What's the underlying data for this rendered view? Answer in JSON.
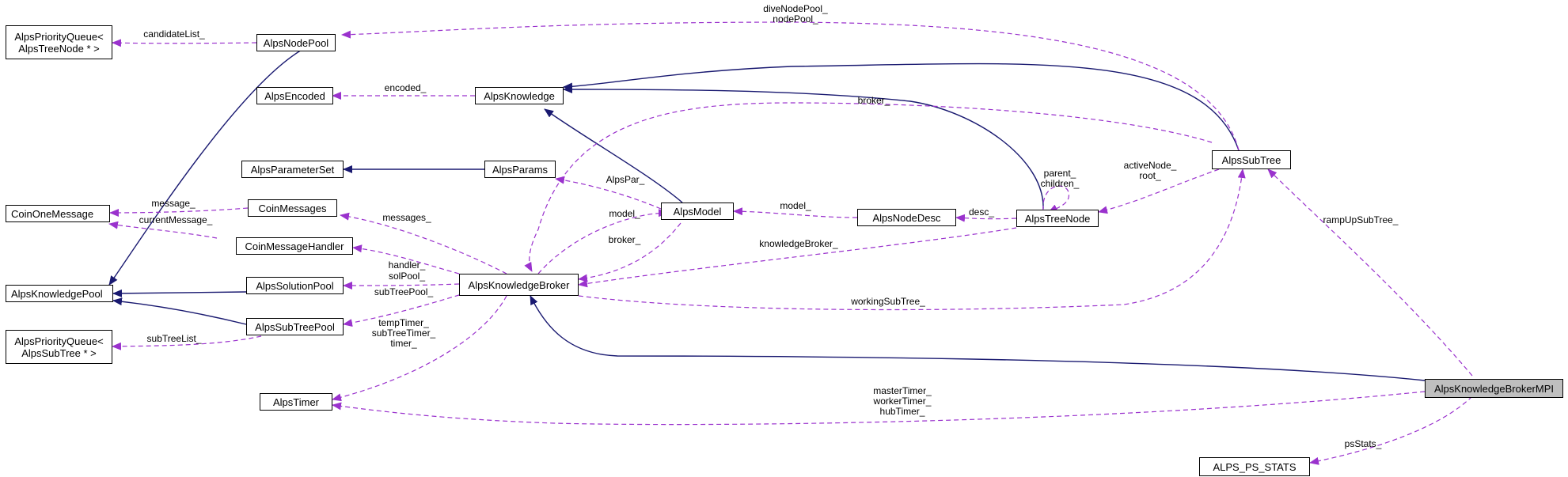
{
  "nodes": {
    "pq_tree": {
      "line1": "AlpsPriorityQueue<",
      "line2": "AlpsTreeNode * >"
    },
    "node_pool": {
      "label": "AlpsNodePool"
    },
    "encoded": {
      "label": "AlpsEncoded"
    },
    "knowledge": {
      "label": "AlpsKnowledge"
    },
    "param_set": {
      "label": "AlpsParameterSet"
    },
    "params": {
      "label": "AlpsParams"
    },
    "coin_one_message": {
      "label": "CoinOneMessage"
    },
    "coin_messages": {
      "label": "CoinMessages"
    },
    "model": {
      "label": "AlpsModel"
    },
    "node_desc": {
      "label": "AlpsNodeDesc"
    },
    "tree_node": {
      "label": "AlpsTreeNode"
    },
    "sub_tree": {
      "label": "AlpsSubTree"
    },
    "coin_message_handler": {
      "label": "CoinMessageHandler"
    },
    "knowledge_pool": {
      "label": "AlpsKnowledgePool"
    },
    "solution_pool": {
      "label": "AlpsSolutionPool"
    },
    "knowledge_broker": {
      "label": "AlpsKnowledgeBroker"
    },
    "sub_tree_pool": {
      "label": "AlpsSubTreePool"
    },
    "pq_subtree": {
      "line1": "AlpsPriorityQueue<",
      "line2": "AlpsSubTree * >"
    },
    "timer": {
      "label": "AlpsTimer"
    },
    "broker_mpi": {
      "label": "AlpsKnowledgeBrokerMPI"
    },
    "ps_stats": {
      "label": "ALPS_PS_STATS"
    }
  },
  "edge_labels": {
    "candidate_list": [
      "candidateList_"
    ],
    "dive_node_pool": [
      "diveNodePool_",
      "nodePool_"
    ],
    "encoded": [
      "encoded_"
    ],
    "broker_subtree": [
      "broker_"
    ],
    "alps_par": [
      "AlpsPar_"
    ],
    "parent_children": [
      "parent_",
      "children_"
    ],
    "active_node": [
      "activeNode_",
      "root_"
    ],
    "message": [
      "message_"
    ],
    "current_message": [
      "currentMessage_"
    ],
    "messages": [
      "messages_"
    ],
    "model": [
      "model_"
    ],
    "model_desc": [
      "model_"
    ],
    "desc": [
      "desc_"
    ],
    "handler": [
      "handler_"
    ],
    "broker_model": [
      "broker_"
    ],
    "knowledge_broker": [
      "knowledgeBroker_"
    ],
    "ramp_up_sub_tree": [
      "rampUpSubTree_"
    ],
    "sol_pool": [
      "solPool_"
    ],
    "sub_tree_pool": [
      "subTreePool_"
    ],
    "working_sub_tree": [
      "workingSubTree_"
    ],
    "sub_tree_list": [
      "subTreeList_"
    ],
    "timers": [
      "tempTimer_",
      "subTreeTimer_",
      "timer_"
    ],
    "mpi_timers": [
      "masterTimer_",
      "workerTimer_",
      "hubTimer_"
    ],
    "ps_stats": [
      "psStats_"
    ]
  },
  "colors": {
    "inheritance": "#191970",
    "usage": "#9a32cd",
    "highlight_fill": "#bfbfbf",
    "node_border": "#000000"
  }
}
